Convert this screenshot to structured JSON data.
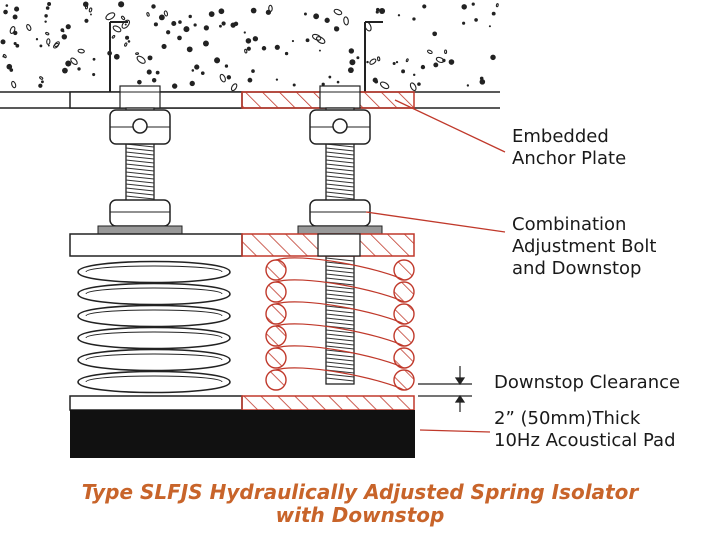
{
  "labels": {
    "anchor_plate": {
      "line1": "Embedded",
      "line2": "Anchor Plate"
    },
    "adjustment_bolt": {
      "line1": "Combination",
      "line2": "Adjustment Bolt",
      "line3": "and Downstop"
    },
    "downstop_clearance": "Downstop Clearance",
    "acoustical_pad": {
      "line1": "2” (50mm)Thick",
      "line2": "10Hz Acoustical Pad"
    }
  },
  "title": {
    "line1": "Type SLFJS  Hydraulically Adjusted Spring Isolator",
    "line2": "with Downstop"
  },
  "colors": {
    "title": "#c8642a",
    "hatch": "#c0392b",
    "outline": "#222222",
    "pad": "#111111"
  }
}
